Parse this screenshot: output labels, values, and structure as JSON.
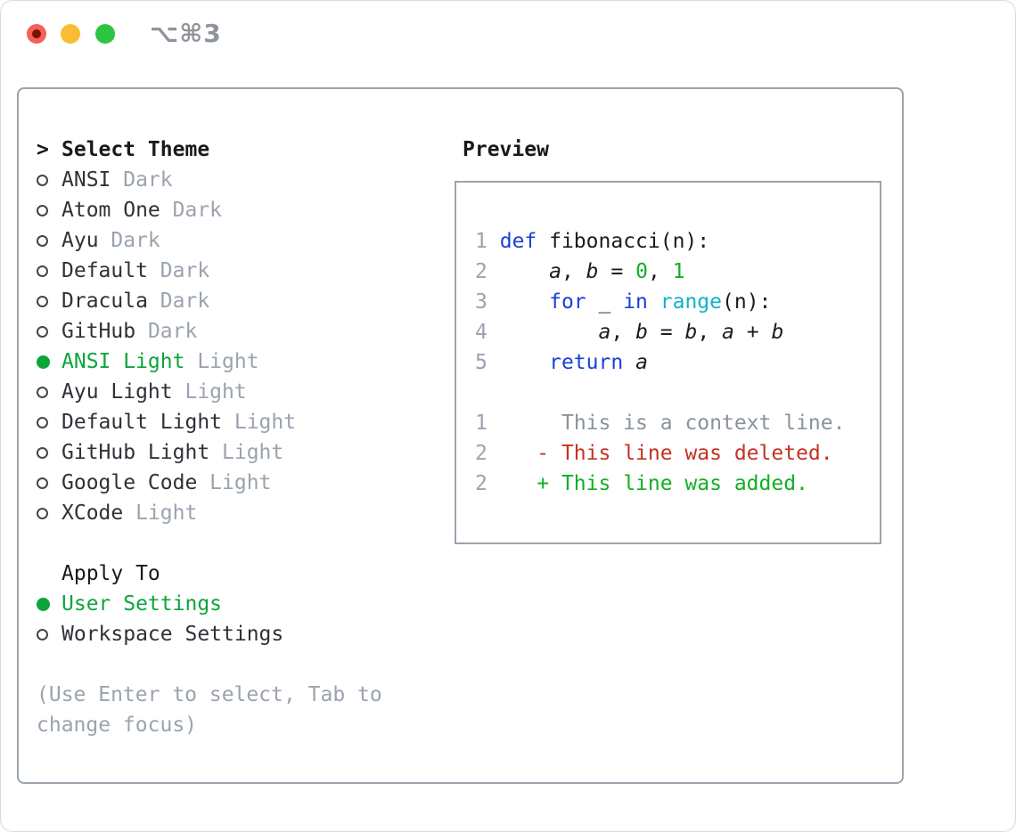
{
  "window": {
    "title": "⌥⌘3"
  },
  "colors": {
    "traffic_red": "#f56058",
    "traffic_red_dot": "#771209",
    "traffic_yellow": "#f9bc33",
    "traffic_green": "#2cc440",
    "title_gray": "#8d949b",
    "border_gray": "#9aa4ae",
    "header_black": "#17191d",
    "text_dark": "#2e3238",
    "code_dark": "#1a1c20",
    "muted_gray": "#9aa3ae",
    "context_gray": "#8a939d",
    "accent_green": "#0ca53c",
    "code_green": "#10b121",
    "keyword_blue": "#1a3fd6",
    "builtin_cyan": "#12b2cb",
    "deleted_red": "#c53221"
  },
  "left_panel": {
    "header": {
      "marker": ">",
      "label": "Select Theme"
    },
    "themes": [
      {
        "name": "ANSI",
        "variant": "Dark",
        "selected": false
      },
      {
        "name": "Atom One",
        "variant": "Dark",
        "selected": false
      },
      {
        "name": "Ayu",
        "variant": "Dark",
        "selected": false
      },
      {
        "name": "Default",
        "variant": "Dark",
        "selected": false
      },
      {
        "name": "Dracula",
        "variant": "Dark",
        "selected": false
      },
      {
        "name": "GitHub",
        "variant": "Dark",
        "selected": false
      },
      {
        "name": "ANSI Light",
        "variant": "Light",
        "selected": true
      },
      {
        "name": "Ayu Light",
        "variant": "Light",
        "selected": false
      },
      {
        "name": "Default Light",
        "variant": "Light",
        "selected": false
      },
      {
        "name": "GitHub Light",
        "variant": "Light",
        "selected": false
      },
      {
        "name": "Google Code",
        "variant": "Light",
        "selected": false
      },
      {
        "name": "XCode",
        "variant": "Light",
        "selected": false
      }
    ],
    "apply_to": {
      "label": "Apply To",
      "options": [
        {
          "label": "User Settings",
          "selected": true
        },
        {
          "label": "Workspace Settings",
          "selected": false
        }
      ]
    },
    "help_lines": [
      "(Use Enter to select, Tab to",
      "change focus)"
    ]
  },
  "preview": {
    "label": "Preview",
    "code_lines": [
      {
        "num": "1",
        "segments": [
          {
            "t": "def",
            "s": "kw"
          },
          {
            "t": " fibonacci(n):",
            "s": "plain"
          }
        ]
      },
      {
        "num": "2",
        "segments": [
          {
            "t": "    ",
            "s": "plain"
          },
          {
            "t": "a",
            "s": "var"
          },
          {
            "t": ", ",
            "s": "plain"
          },
          {
            "t": "b",
            "s": "var"
          },
          {
            "t": " = ",
            "s": "plain"
          },
          {
            "t": "0",
            "s": "num"
          },
          {
            "t": ", ",
            "s": "plain"
          },
          {
            "t": "1",
            "s": "num"
          }
        ]
      },
      {
        "num": "3",
        "segments": [
          {
            "t": "    ",
            "s": "plain"
          },
          {
            "t": "for",
            "s": "kw"
          },
          {
            "t": " _ ",
            "s": "plain"
          },
          {
            "t": "in",
            "s": "kw"
          },
          {
            "t": " ",
            "s": "plain"
          },
          {
            "t": "range",
            "s": "builtin"
          },
          {
            "t": "(n):",
            "s": "plain"
          }
        ]
      },
      {
        "num": "4",
        "segments": [
          {
            "t": "        ",
            "s": "plain"
          },
          {
            "t": "a",
            "s": "var"
          },
          {
            "t": ", ",
            "s": "plain"
          },
          {
            "t": "b",
            "s": "var"
          },
          {
            "t": " = ",
            "s": "plain"
          },
          {
            "t": "b",
            "s": "var"
          },
          {
            "t": ", ",
            "s": "plain"
          },
          {
            "t": "a",
            "s": "var"
          },
          {
            "t": " + ",
            "s": "plain"
          },
          {
            "t": "b",
            "s": "var"
          }
        ]
      },
      {
        "num": "5",
        "segments": [
          {
            "t": "    ",
            "s": "plain"
          },
          {
            "t": "return",
            "s": "kw"
          },
          {
            "t": " ",
            "s": "plain"
          },
          {
            "t": "a",
            "s": "var"
          }
        ]
      }
    ],
    "diff_lines": [
      {
        "num": "1",
        "segments": [
          {
            "t": "     ",
            "s": "plain"
          },
          {
            "t": "This is a context line.",
            "s": "ctx"
          }
        ]
      },
      {
        "num": "2",
        "segments": [
          {
            "t": "   ",
            "s": "plain"
          },
          {
            "t": "- This line was deleted.",
            "s": "del"
          }
        ]
      },
      {
        "num": "2",
        "segments": [
          {
            "t": "   ",
            "s": "plain"
          },
          {
            "t": "+ This line was added.",
            "s": "add"
          }
        ]
      }
    ]
  }
}
